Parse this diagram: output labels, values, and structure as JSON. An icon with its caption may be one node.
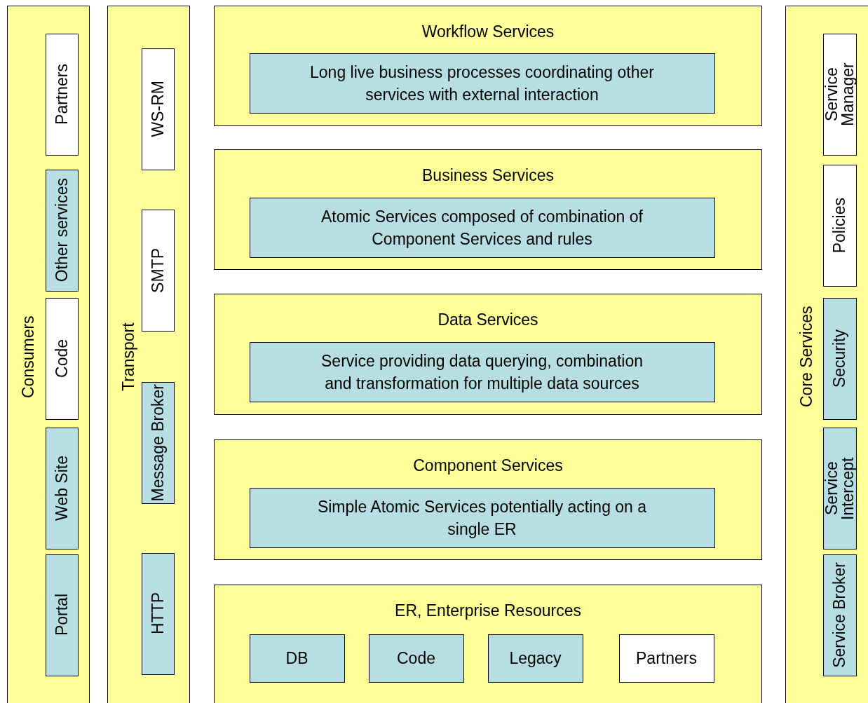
{
  "diagram": {
    "nodes": [
      {
        "text": [
          "Consumers"
        ]
      },
      {
        "text": [
          "Partners"
        ],
        "in": 0
      },
      {
        "text": [
          "Other services"
        ],
        "in": 0
      },
      {
        "text": [
          "Code"
        ],
        "in": 0
      },
      {
        "text": [
          "Web Site"
        ],
        "in": 0
      },
      {
        "text": [
          "Portal"
        ],
        "in": 0
      },
      {
        "text": [
          "Transport"
        ]
      },
      {
        "text": [
          "WS-RM"
        ],
        "in": 6
      },
      {
        "text": [
          "SMTP"
        ],
        "in": 6
      },
      {
        "text": [
          "Message Broker"
        ],
        "in": 6
      },
      {
        "text": [
          "HTTP"
        ],
        "in": 6
      },
      {
        "text": [
          "Workflow Services"
        ]
      },
      {
        "text": [
          "Long live business processes coordinating other services with external interaction"
        ],
        "in": 11
      },
      {
        "text": [
          "Business Services"
        ]
      },
      {
        "text": [
          "Atomic Services composed of combination of Component Services and rules"
        ],
        "in": 13
      },
      {
        "text": [
          "Data Services"
        ]
      },
      {
        "text": [
          "Service providing data querying, combination and transformation for multiple data sources"
        ],
        "in": 15
      },
      {
        "text": [
          "Component Services"
        ]
      },
      {
        "text": [
          "Simple Atomic Services potentially acting on a single ER"
        ],
        "in": 17
      },
      {
        "text": [
          "ER, Enterprise Resources"
        ]
      },
      {
        "text": [
          "DB"
        ],
        "in": 19
      },
      {
        "text": [
          "Code"
        ],
        "in": 19
      },
      {
        "text": [
          "Legacy"
        ],
        "in": 19
      },
      {
        "text": [
          "Partners"
        ],
        "in": 19
      },
      {
        "text": [
          "Core Services"
        ]
      },
      {
        "text": [
          "Service Manager"
        ],
        "in": 24
      },
      {
        "text": [
          "Policies"
        ],
        "in": 24
      },
      {
        "text": [
          "Security"
        ],
        "in": 24
      },
      {
        "text": [
          "Service Intercept"
        ],
        "in": 24
      },
      {
        "text": [
          "Service Broker"
        ],
        "in": 24
      }
    ]
  }
}
